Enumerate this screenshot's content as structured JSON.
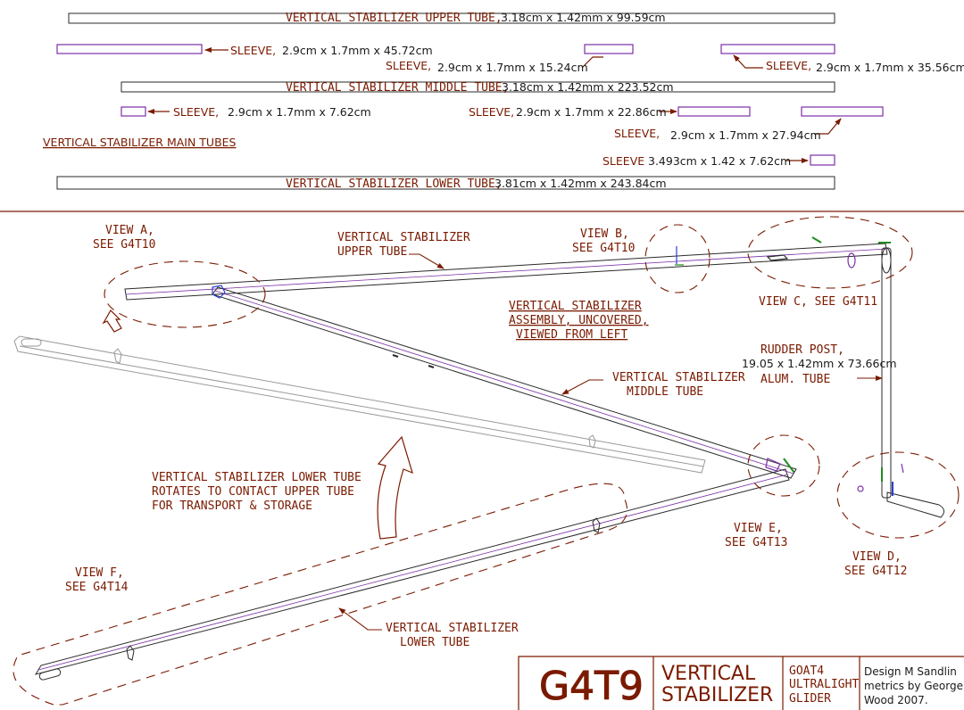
{
  "colors": {
    "line": "#7a1a00",
    "tube": "#2a2a2a",
    "sleeve": "#7b2ea8",
    "part_blue": "#2b3fd0",
    "part_green": "#1f8a1f",
    "ghost": "#9a9a9a"
  },
  "parts": {
    "upper_tube": {
      "label": "VERTICAL STABILIZER UPPER TUBE,",
      "dims": "3.18cm x 1.42mm x 99.59cm"
    },
    "sleeve_1": {
      "label": "SLEEVE,",
      "dims": "2.9cm x 1.7mm x 45.72cm"
    },
    "sleeve_2": {
      "label": "SLEEVE,",
      "dims": "2.9cm x 1.7mm x 15.24cm"
    },
    "sleeve_3": {
      "label": "SLEEVE,",
      "dims": "2.9cm x 1.7mm x 35.56cm"
    },
    "middle_tube": {
      "label": "VERTICAL STABILIZER MIDDLE TUBE,",
      "dims": "3.18cm x 1.42mm x 223.52cm"
    },
    "sleeve_4": {
      "label": "SLEEVE,",
      "dims": "2.9cm x 1.7mm x 7.62cm"
    },
    "sleeve_5": {
      "label": "SLEEVE,",
      "dims": "2.9cm x 1.7mm x 22.86cm"
    },
    "sleeve_6": {
      "label": "SLEEVE,",
      "dims": "2.9cm x 1.7mm x 27.94cm"
    },
    "sleeve_7": {
      "label": "SLEEVE",
      "dims": "3.493cm x 1.42 x 7.62cm"
    },
    "lower_tube": {
      "label": "VERTICAL STABILIZER LOWER TUBE,",
      "dims": "3.81cm x 1.42mm x 243.84cm"
    },
    "main_tubes_heading": "VERTICAL STABILIZER MAIN TUBES"
  },
  "assembly": {
    "view_a": [
      "VIEW A,",
      "SEE G4T10"
    ],
    "view_b": [
      "VIEW B,",
      "SEE G4T10"
    ],
    "view_c": "VIEW C, SEE G4T11",
    "view_d": [
      "VIEW D,",
      "SEE G4T12"
    ],
    "view_e": [
      "VIEW E,",
      "SEE G4T13"
    ],
    "view_f": [
      "VIEW F,",
      "SEE G4T14"
    ],
    "upper_tube_label": [
      "VERTICAL STABILIZER",
      "UPPER TUBE"
    ],
    "middle_tube_label": [
      "VERTICAL STABILIZER",
      "MIDDLE TUBE"
    ],
    "lower_tube_label": [
      "VERTICAL STABILIZER",
      "LOWER TUBE"
    ],
    "assembly_note": [
      "VERTICAL STABILIZER",
      "ASSEMBLY, UNCOVERED,",
      "VIEWED FROM LEFT"
    ],
    "rotate_note": [
      "VERTICAL STABILIZER LOWER TUBE",
      "ROTATES TO CONTACT UPPER TUBE",
      "FOR TRANSPORT & STORAGE"
    ],
    "rudder_post": [
      "RUDDER POST,",
      "19.05 x 1.42mm x 73.66cm",
      "ALUM. TUBE"
    ]
  },
  "title_block": {
    "drawing_number": "G4T9",
    "title": [
      "VERTICAL",
      "STABILIZER"
    ],
    "project": [
      "GOAT4",
      "ULTRALIGHT",
      "GLIDER"
    ],
    "credits": [
      "Design M Sandlin",
      "metrics by George",
      "Wood 2007."
    ]
  }
}
